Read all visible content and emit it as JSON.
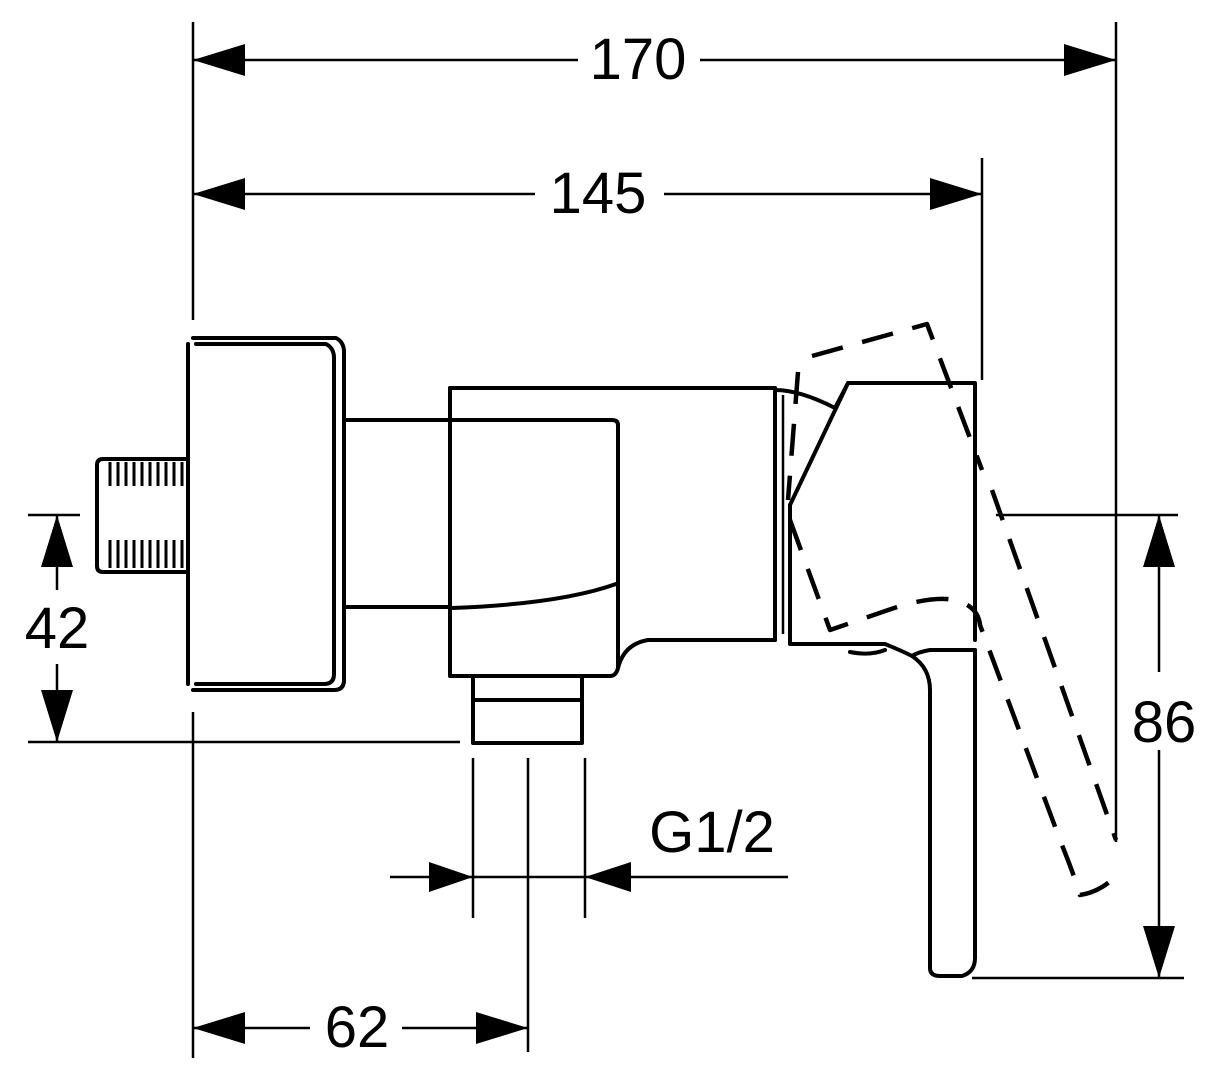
{
  "dimensions": {
    "overall_width": "170",
    "body_width": "145",
    "lever_height": "86",
    "outlet_offset": "62",
    "wall_offset": "42",
    "outlet_thread": "G1/2"
  }
}
